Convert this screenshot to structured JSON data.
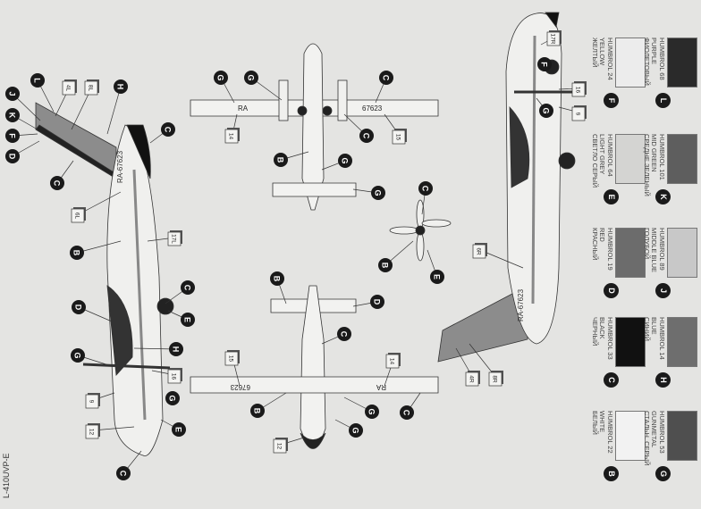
{
  "footer": "L-410UVP-E",
  "registration": {
    "full": "RA-67623",
    "prefix": "RA",
    "number": "67623"
  },
  "decals": [
    "14",
    "15",
    "12",
    "16",
    "9",
    "17L",
    "17R",
    "6L",
    "6R",
    "4L",
    "4R",
    "8L",
    "8R"
  ],
  "legend": [
    {
      "code": "F",
      "brand": "HUMBROL 24",
      "en": "YELLOW",
      "ru": "ЖЕЛТЫЙ",
      "color": "#ececec"
    },
    {
      "code": "E",
      "brand": "HUMBROL 64",
      "en": "LIGHT GREY",
      "ru": "СВЕТЛО СЕРЫЙ",
      "color": "#d4d4d2"
    },
    {
      "code": "D",
      "brand": "HUMBROL 19",
      "en": "RED",
      "ru": "КРАСНЫЙ",
      "color": "#6c6c6c"
    },
    {
      "code": "C",
      "brand": "HUMBROL 33",
      "en": "BLACK",
      "ru": "ЧЕРНЫЙ",
      "color": "#111111"
    },
    {
      "code": "B",
      "brand": "HUMBROL 22",
      "en": "WHITE",
      "ru": "БЕЛЫЙ",
      "color": "#f2f2f2"
    },
    {
      "code": "L",
      "brand": "HUMBROL 68",
      "en": "PURPLE",
      "ru": "ФИОЛЕТОВЫЙ",
      "color": "#2a2a2a"
    },
    {
      "code": "K",
      "brand": "HUMBROL 101",
      "en": "MID GREEN",
      "ru": "СРЕДНЕ ЗЕЛЕНЫЙ",
      "color": "#5e5e5e"
    },
    {
      "code": "J",
      "brand": "HUMBROL 89",
      "en": "MIDDLE BLUE",
      "ru": "ГОЛУБОЙ",
      "color": "#c8c8c8"
    },
    {
      "code": "H",
      "brand": "HUMBROL 14",
      "en": "BLUE",
      "ru": "СИНИЙ",
      "color": "#6e6e6e"
    },
    {
      "code": "G",
      "brand": "HUMBROL 53",
      "en": "GUNMETAL",
      "ru": "СТАЛЬН. СЕРЫЙ",
      "color": "#4f4f4f"
    }
  ],
  "codes": {
    "B": "B",
    "C": "C",
    "D": "D",
    "E": "E",
    "F": "F",
    "G": "G",
    "H": "H",
    "J": "J",
    "K": "K",
    "L": "L"
  }
}
